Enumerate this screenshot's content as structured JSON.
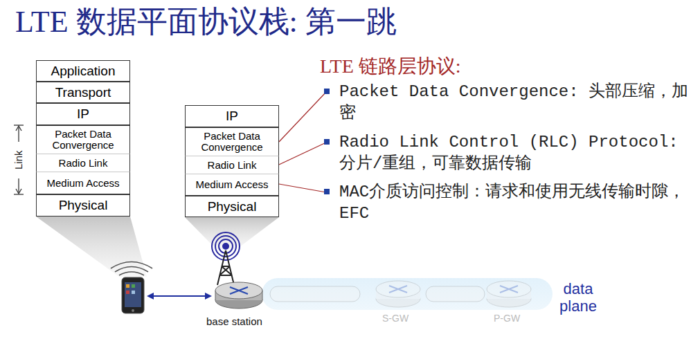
{
  "diagram": {
    "title": "LTE 数据平面协议栈: 第一跳",
    "nodes": [
      {
        "text": [
          "Application"
        ]
      },
      {
        "text": [
          "Transport"
        ]
      },
      {
        "text": [
          "IP"
        ]
      },
      {
        "text": [
          "Packet Data Convergence"
        ]
      },
      {
        "text": [
          "Radio Link"
        ]
      },
      {
        "text": [
          "Medium Access"
        ]
      },
      {
        "text": [
          "Physical"
        ]
      },
      {
        "text": [
          "IP"
        ]
      },
      {
        "text": [
          "Packet Data Convergence"
        ]
      },
      {
        "text": [
          "Radio Link"
        ]
      },
      {
        "text": [
          "Medium Access"
        ]
      },
      {
        "text": [
          "Physical"
        ]
      }
    ],
    "labels": [
      "Link",
      "LTE  链路层协议:",
      "Packet Data Convergence: 头部压缩，加密",
      "Radio Link Control (RLC) Protocol: 分片/重组，可靠数据传输",
      "MAC介质访问控制：请求和使用无线传输时隙，EFC",
      "base station",
      "S-GW",
      "P-GW",
      "data plane"
    ]
  }
}
